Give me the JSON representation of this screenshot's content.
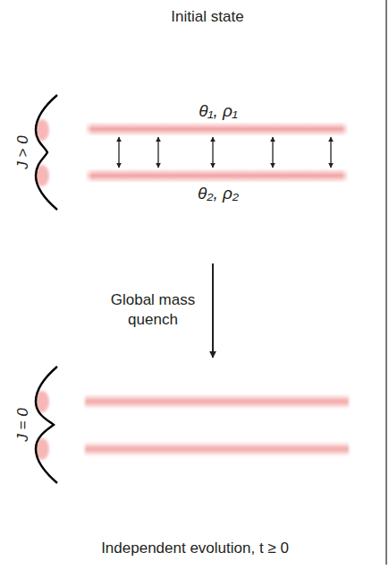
{
  "diagram": {
    "nodes": [
      {
        "text": [
          "θ₁, ρ₁"
        ]
      },
      {
        "text": [
          "θ₂, ρ₂"
        ]
      }
    ],
    "edges": [
      {
        "from": 0,
        "to": 1,
        "arrow": "both"
      },
      {
        "from": 0,
        "to": 1,
        "arrow": "both"
      },
      {
        "from": 0,
        "to": 1,
        "arrow": "both"
      },
      {
        "from": 0,
        "to": 1,
        "arrow": "both"
      },
      {
        "from": 0,
        "to": 1,
        "arrow": "both"
      }
    ],
    "labels": [
      "Initial state",
      "J > 0",
      "Global mass quench",
      "J = 0",
      "Independent evolution, t ≥ 0"
    ]
  }
}
